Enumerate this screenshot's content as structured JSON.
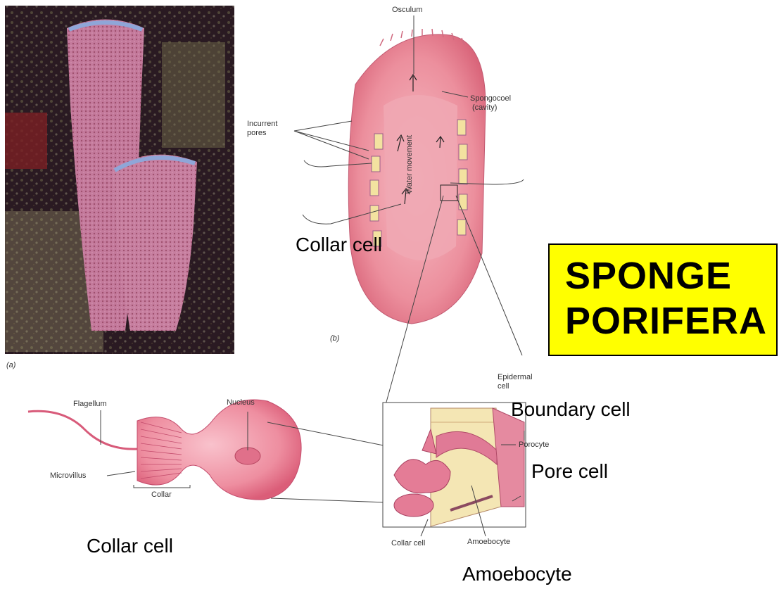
{
  "photo": {
    "caption": "(a)"
  },
  "sponge_diagram": {
    "osculum": "Osculum",
    "spongocoel": "Spongocoel",
    "spongocoel_sub": "(cavity)",
    "incurrent_pores_1": "Incurrent",
    "incurrent_pores_2": "pores",
    "water_movement": "Water movement",
    "collar_cell_big": "Collar cell",
    "caption": "(b)"
  },
  "title": {
    "line1": "SPONGE",
    "line2": "PORIFERA"
  },
  "collar_cell_detail": {
    "flagellum": "Flagellum",
    "nucleus": "Nucleus",
    "microvillus": "Microvillus",
    "collar": "Collar",
    "big_label": "Collar cell"
  },
  "wall_detail": {
    "epidermal_1": "Epidermal",
    "epidermal_2": "cell",
    "boundary_big": "Boundary cell",
    "porocyte": "Porocyte",
    "pore_big": "Pore cell",
    "collar_small": "Collar cell",
    "amoebocyte_small": "Amoebocyte",
    "amoebocyte_big": "Amoebocyte"
  }
}
